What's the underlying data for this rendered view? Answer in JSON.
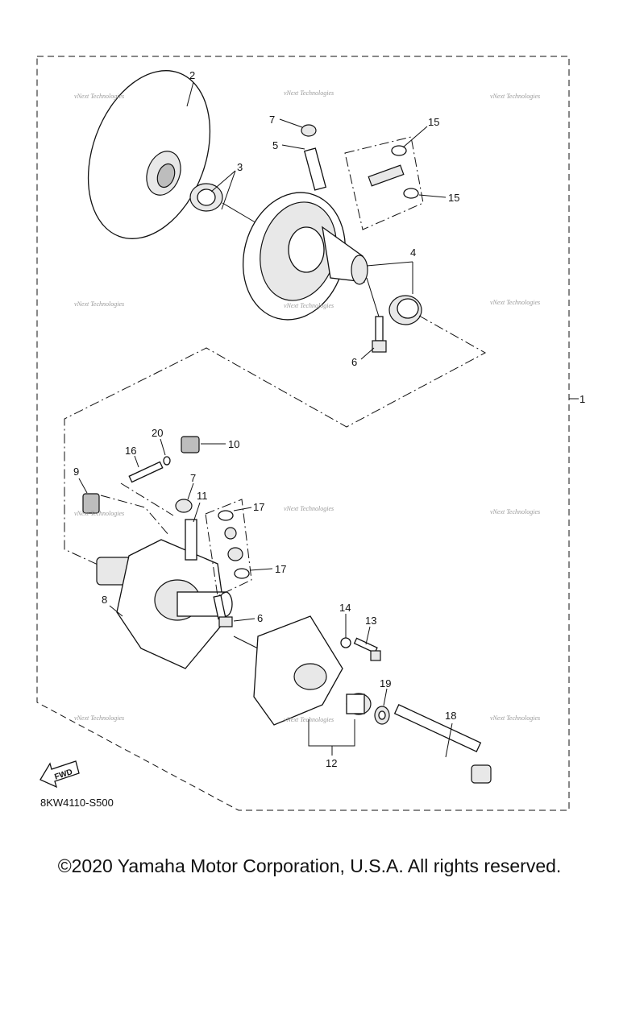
{
  "diagram": {
    "part_code": "8KW4110-S500",
    "fwd_label": "FWD",
    "callouts": [
      {
        "id": "1",
        "text": "1"
      },
      {
        "id": "2",
        "text": "2"
      },
      {
        "id": "3",
        "text": "3"
      },
      {
        "id": "4",
        "text": "4"
      },
      {
        "id": "5",
        "text": "5"
      },
      {
        "id": "6a",
        "text": "6"
      },
      {
        "id": "6b",
        "text": "6"
      },
      {
        "id": "7a",
        "text": "7"
      },
      {
        "id": "7b",
        "text": "7"
      },
      {
        "id": "8",
        "text": "8"
      },
      {
        "id": "9",
        "text": "9"
      },
      {
        "id": "10",
        "text": "10"
      },
      {
        "id": "11",
        "text": "11"
      },
      {
        "id": "12",
        "text": "12"
      },
      {
        "id": "13",
        "text": "13"
      },
      {
        "id": "14",
        "text": "14"
      },
      {
        "id": "15a",
        "text": "15"
      },
      {
        "id": "15b",
        "text": "15"
      },
      {
        "id": "16",
        "text": "16"
      },
      {
        "id": "17a",
        "text": "17"
      },
      {
        "id": "17b",
        "text": "17"
      },
      {
        "id": "18",
        "text": "18"
      },
      {
        "id": "19",
        "text": "19"
      },
      {
        "id": "20",
        "text": "20"
      }
    ],
    "watermark": "vNext Technologies"
  },
  "footer": {
    "copyright": "©2020 Yamaha Motor Corporation, U.S.A. All rights reserved."
  }
}
